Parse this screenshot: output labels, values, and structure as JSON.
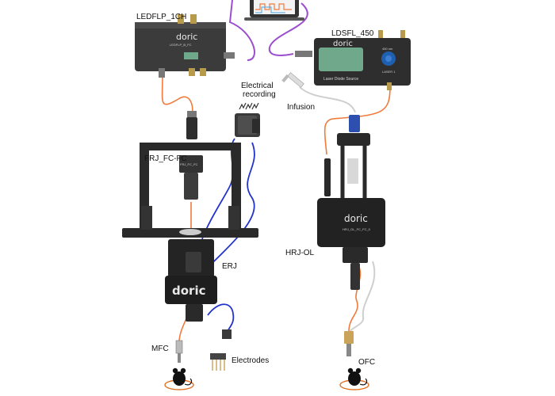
{
  "labels": {
    "ledflp": "LEDFLP_1CH",
    "ldsfl": "LDSFL_450",
    "electrical_recording": [
      "Electrical",
      "recording"
    ],
    "infusion": "Infusion",
    "frj": "FRJ_FC-FC",
    "erj": "ERJ",
    "hrj": "HRJ-OL",
    "mfc": "MFC",
    "electrodes": "Electrodes",
    "ofc": "OFC"
  },
  "device_text": {
    "doric": "doric",
    "ledflp_model": "LEDFLP_B_FC",
    "ldsfl_caption": "Laser Diode Source",
    "ldsfl_wavelength": "450 nm",
    "ldsfl_laser": "LASER 1",
    "frj_body": "FRJ_FC_FC",
    "hrj_body": "HRJ_OL_FC_FC_0"
  },
  "colors": {
    "optical_fiber": "#f07a3a",
    "electrical_cable": "#2233cc",
    "usb_cable": "#9b4fcf",
    "fluid_tube": "#cfcfcf",
    "device_body": "#3a3a3a",
    "display": "#6fa88a"
  }
}
